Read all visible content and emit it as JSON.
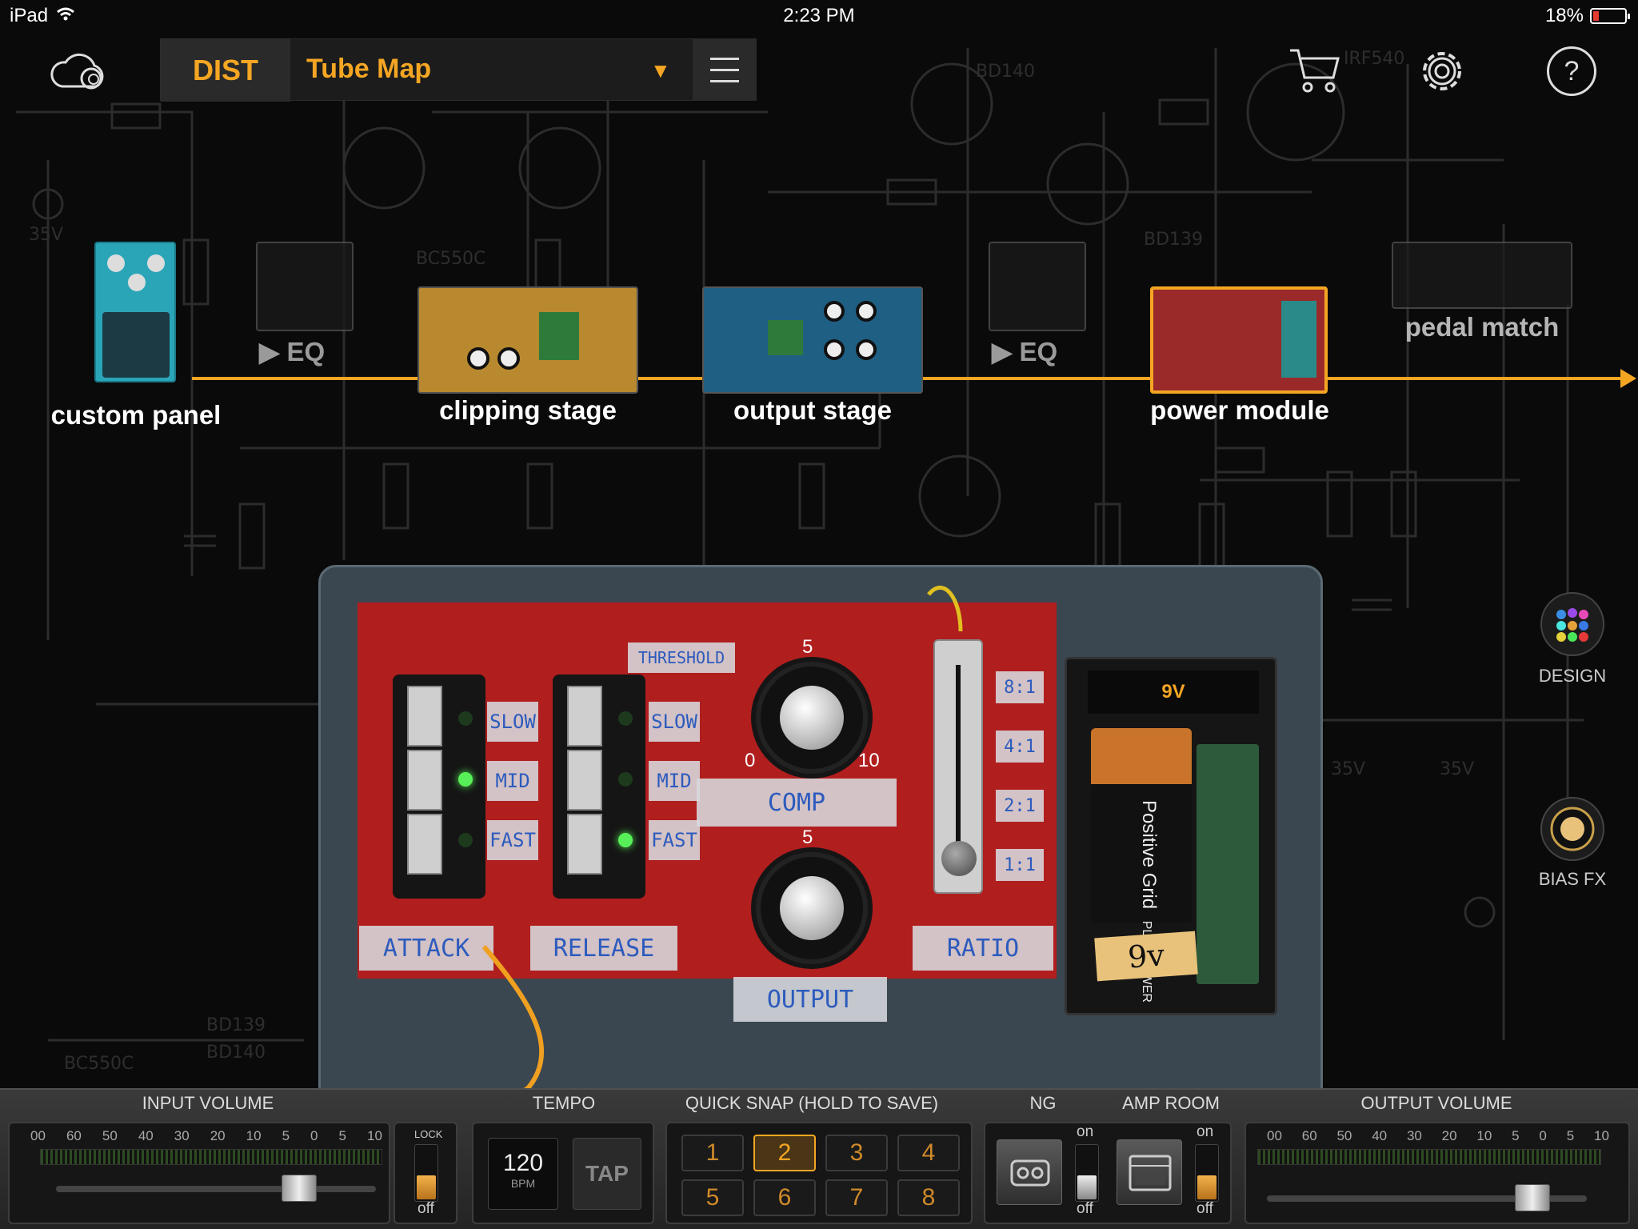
{
  "status_bar": {
    "device": "iPad",
    "time": "2:23 PM",
    "battery": "18%",
    "battery_level": 0.18
  },
  "toolbar": {
    "preset_category": "DIST",
    "preset_name": "Tube Map",
    "cart_icon": "cart-icon",
    "settings_icon": "gear-icon",
    "help_icon": "help-icon",
    "cloud_icon": "cloud-icon"
  },
  "chain": {
    "modules": [
      {
        "label": "custom panel"
      },
      {
        "label": "clipping stage"
      },
      {
        "label": "output stage"
      },
      {
        "label": "power module"
      }
    ],
    "eq_labels": [
      "▶ EQ",
      "▶ EQ"
    ],
    "pedal_match": "pedal match"
  },
  "panel": {
    "attack_options": [
      "SLOW",
      "MID",
      "FAST"
    ],
    "release_options": [
      "SLOW",
      "MID",
      "FAST"
    ],
    "attack": "ATTACK",
    "release": "RELEASE",
    "threshold": "THRESHOLD",
    "comp": "COMP",
    "output": "OUTPUT",
    "ratio": "RATIO",
    "ratio_options": [
      "8:1",
      "4:1",
      "2:1",
      "1:1"
    ],
    "knob_min": "0",
    "knob_mid": "5",
    "knob_max": "10",
    "battery_label": "9V",
    "battery_brand": "Positive Grid",
    "battery_sub": "PLUSPOWER",
    "battery_tag": "9v",
    "attack_selected": "MID",
    "release_selected": "FAST"
  },
  "side": {
    "design": "DESIGN",
    "bias_fx": "BIAS FX"
  },
  "bottom": {
    "input_volume": "INPUT VOLUME",
    "tempo": "TEMPO",
    "quick_snap": "QUICK SNAP (HOLD TO SAVE)",
    "ng": "NG",
    "amp_room": "AMP ROOM",
    "output_volume": "OUTPUT VOLUME",
    "scale": [
      "00",
      "60",
      "50",
      "40",
      "30",
      "20",
      "10",
      "5",
      "0",
      "5",
      "10"
    ],
    "lock": "LOCK",
    "off": "off",
    "on": "on",
    "bpm_value": "120",
    "bpm_unit": "BPM",
    "tap": "TAP",
    "snaps": [
      "1",
      "2",
      "3",
      "4",
      "5",
      "6",
      "7",
      "8"
    ],
    "active_snap": "2"
  },
  "colors": {
    "accent": "#f4a623",
    "board": "#b01e1e",
    "tape_ink": "#2c5bbd"
  }
}
